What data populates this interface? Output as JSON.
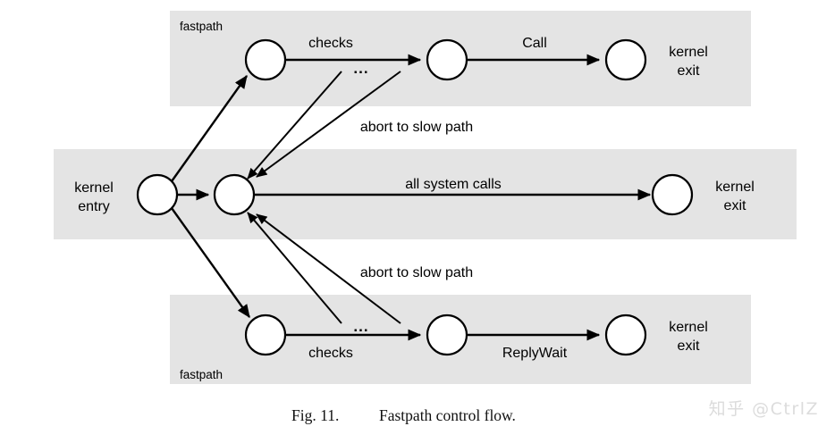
{
  "figure": {
    "caption_number": "Fig. 11.",
    "caption_title": "Fastpath control flow.",
    "watermark": "知乎 @CtrlZ",
    "colors": {
      "band_fill": "#e4e4e4",
      "stroke": "#000000",
      "node_fill": "#ffffff",
      "background": "#ffffff",
      "watermark": "#dcdcdc"
    }
  },
  "bands": {
    "top": {
      "label": "fastpath"
    },
    "middle": {
      "label": ""
    },
    "bottom": {
      "label": "fastpath"
    }
  },
  "nodes": {
    "kernel_entry": {
      "label_line1": "kernel",
      "label_line2": "entry"
    },
    "slow_path": {
      "label": ""
    },
    "top_fastpath_start": {
      "label": ""
    },
    "top_fastpath_mid": {
      "label": ""
    },
    "top_exit": {
      "label_line1": "kernel",
      "label_line2": "exit"
    },
    "middle_exit": {
      "label_line1": "kernel",
      "label_line2": "exit"
    },
    "bottom_fastpath_start": {
      "label": ""
    },
    "bottom_fastpath_mid": {
      "label": ""
    },
    "bottom_exit": {
      "label_line1": "kernel",
      "label_line2": "exit"
    }
  },
  "edge_labels": {
    "top_checks": "checks",
    "top_ellipsis": "...",
    "top_call": "Call",
    "top_abort": "abort to slow path",
    "middle_all_syscalls": "all system calls",
    "bottom_abort": "abort to slow path",
    "bottom_checks": "checks",
    "bottom_ellipsis": "...",
    "bottom_replywait": "ReplyWait"
  }
}
